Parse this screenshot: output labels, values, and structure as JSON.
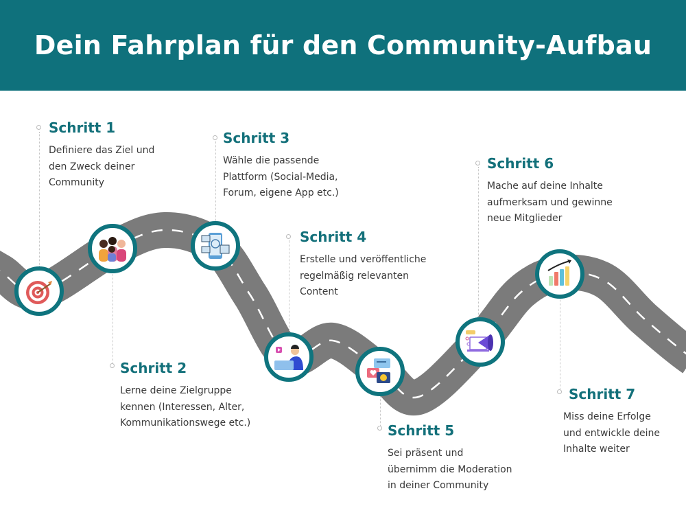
{
  "title": "Dein Fahrplan für den Community-Aufbau",
  "colors": {
    "header": "#0f717c",
    "accent": "#13707a",
    "road": "#7b7b7b",
    "node_border": "#0f747e"
  },
  "steps": [
    {
      "title": "Schritt 1",
      "lines": [
        "Definiere das Ziel und",
        "den Zweck deiner",
        "Community"
      ],
      "icon": "target-icon"
    },
    {
      "title": "Schritt 2",
      "lines": [
        "Lerne deine Zielgruppe",
        "kennen (Interessen, Alter,",
        "Kommunikationswege etc.)"
      ],
      "icon": "people-group-icon"
    },
    {
      "title": "Schritt 3",
      "lines": [
        "Wähle die passende",
        "Plattform (Social-Media,",
        "Forum, eigene App etc.)"
      ],
      "icon": "platforms-icon"
    },
    {
      "title": "Schritt 4",
      "lines": [
        "Erstelle und veröffentliche",
        "regelmäßig relevanten",
        "Content"
      ],
      "icon": "content-creator-icon"
    },
    {
      "title": "Schritt 5",
      "lines": [
        "Sei präsent und",
        "übernimm die Moderation",
        "in deiner Community"
      ],
      "icon": "chat-bubbles-icon"
    },
    {
      "title": "Schritt 6",
      "lines": [
        "Mache auf deine Inhalte",
        "aufmerksam und gewinne",
        "neue Mitglieder"
      ],
      "icon": "megaphone-icon"
    },
    {
      "title": "Schritt 7",
      "lines": [
        "Miss deine Erfolge",
        "und entwickle deine",
        "Inhalte weiter"
      ],
      "icon": "growth-chart-icon"
    }
  ]
}
